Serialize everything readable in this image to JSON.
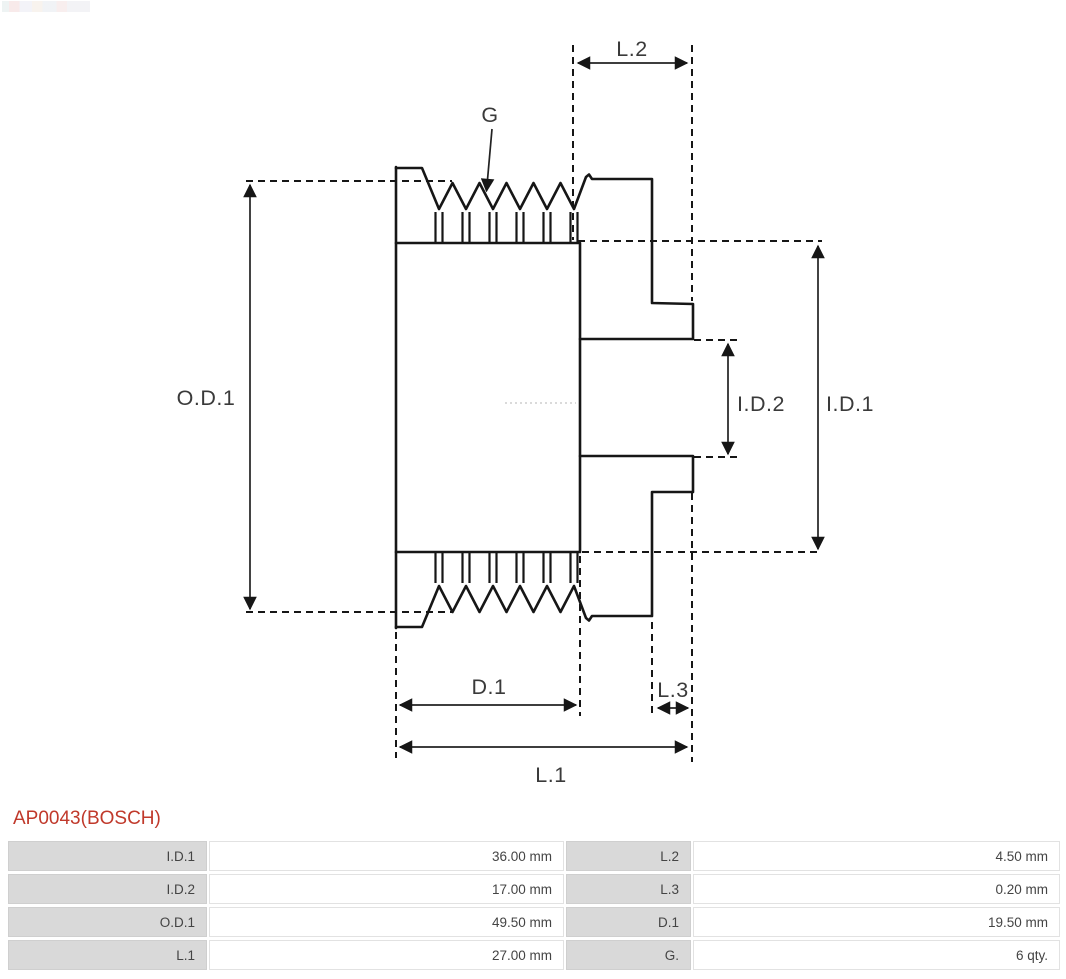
{
  "part_number": "AP0043(BOSCH)",
  "accent_color": "#c0392b",
  "drawing": {
    "line_color": "#161616",
    "labels": {
      "g": "G",
      "l1": "L.1",
      "l2": "L.2",
      "l3": "L.3",
      "d1": "D.1",
      "od1": "O.D.1",
      "id1": "I.D.1",
      "id2": "I.D.2"
    },
    "groove_count": 6
  },
  "spec_table": {
    "rows": [
      {
        "c0": "I.D.1",
        "c1": "36.00 mm",
        "c2": "L.2",
        "c3": "4.50 mm"
      },
      {
        "c0": "I.D.2",
        "c1": "17.00 mm",
        "c2": "L.3",
        "c3": "0.20 mm"
      },
      {
        "c0": "O.D.1",
        "c1": "49.50 mm",
        "c2": "D.1",
        "c3": "19.50 mm"
      },
      {
        "c0": "L.1",
        "c1": "27.00 mm",
        "c2": "G.",
        "c3": "6 qty."
      }
    ]
  }
}
